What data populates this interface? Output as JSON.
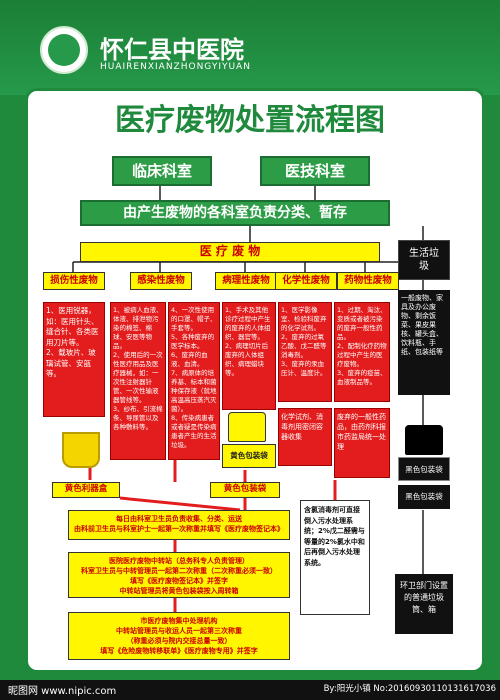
{
  "header": {
    "hospital_name": "怀仁县中医院",
    "hospital_pinyin": "HUAIRENXIANZHONGYIYUAN"
  },
  "title": "医疗废物处置流程图",
  "sources": [
    "临床科室",
    "医技科室"
  ],
  "responsibility": "由产生废物的各科室负责分类、暂存",
  "medical_waste_label": "医 疗 废 物",
  "categories": [
    "损伤性废物",
    "感染性废物",
    "病理性废物",
    "化学性废物",
    "药物性废物"
  ],
  "details": {
    "injury": "1、医用锐器，如：医用针头、缝合针、各类医用刀片等。\n2、载玻片、玻璃试管、安瓿等。",
    "infect_a": "1、被病人血液、体液、排泄物污染的棉签、棉球、安医等物品。\n2、使用后的一次性医疗用品及医疗器械，如：一次性注射器针管、一次性输液器管线等。\n3、纱布、引流棉条、导尿管以及各种敷料等。",
    "infect_b": "4、一次性使用的口罩、帽子、手套等。\n5、各种废弃的医学标本。\n6、废弃的血液、血清。\n7、病原体的培养基、标本和菌种保存液（就地高温高压蒸汽灭菌）。\n8、传染病患者或者疑是传染病患者产生的生活垃圾。",
    "patho": "1、手术及其他诊疗过程中产生的废弃的人体组织、器官等。\n2、病理切片后废弃的人体组织、病理蜡块等。",
    "chem": "1、医学影像室、检验科废弃的化学试剂。\n2、废弃的过氧乙酸、戊二醛等消毒剂。\n3、废弃的汞血压计、温度计。",
    "drug": "1、过期、淘汰、变质或者被污染的废弃一般性药品。\n2、配制化疗药物过程中产生的医疗废物。\n3、废弃的疫苗、血液制品等。"
  },
  "yellow_bag": "黄色包装袋",
  "chem_handling": "化学试剂、消毒剂用密闭容器收集",
  "drug_handling": "废弃的一般性药品，由药剂科报市药监局统一处理",
  "sharps_box": "黄色利器盒",
  "yellow_bag_bottom": "黄色包装袋",
  "collect_note": "每日由科室卫生员负责收集、分类、运送\n由科前卫生员与科室护士一起第一次称重并填写《医疗废物签记本》",
  "transfer_note": "医院医疗废物中转站（总务科专人负责管理）\n科室卫生员与中转管理员一起第二次称重（二次称重必须一致）\n填写《医疗废物签记本》并签字\n中转站管理员将黄色包装袋按入周转箱",
  "city_note": "市医疗废物集中处理机构\n中转站管理员与收运人员一起第三次称重\n（称重必须与院内交接总量一致）\n填写《危险废物转移联单》《医疗废物专用》并签字",
  "wastewater": "含氯消毒剂可直接倒入污水处理系统；2%戊二醛需与等量的2%氯水中和后再倒入污水处理系统。",
  "life_garbage": "生活垃圾",
  "life_list": "一般废物、家具及办公废物、剩余饭菜、果皮果核、罐头盒、饮料瓶、手纸、包装纸等",
  "black_bag": "黑色包装袋",
  "black_bag2": "黑色包装袋",
  "sanitation": "环卫部门设置的普通垃圾筒、箱",
  "footer": {
    "left": "昵图网 www.nipic.com",
    "right": "By:阳光小镇 No:20160930110131617036"
  }
}
